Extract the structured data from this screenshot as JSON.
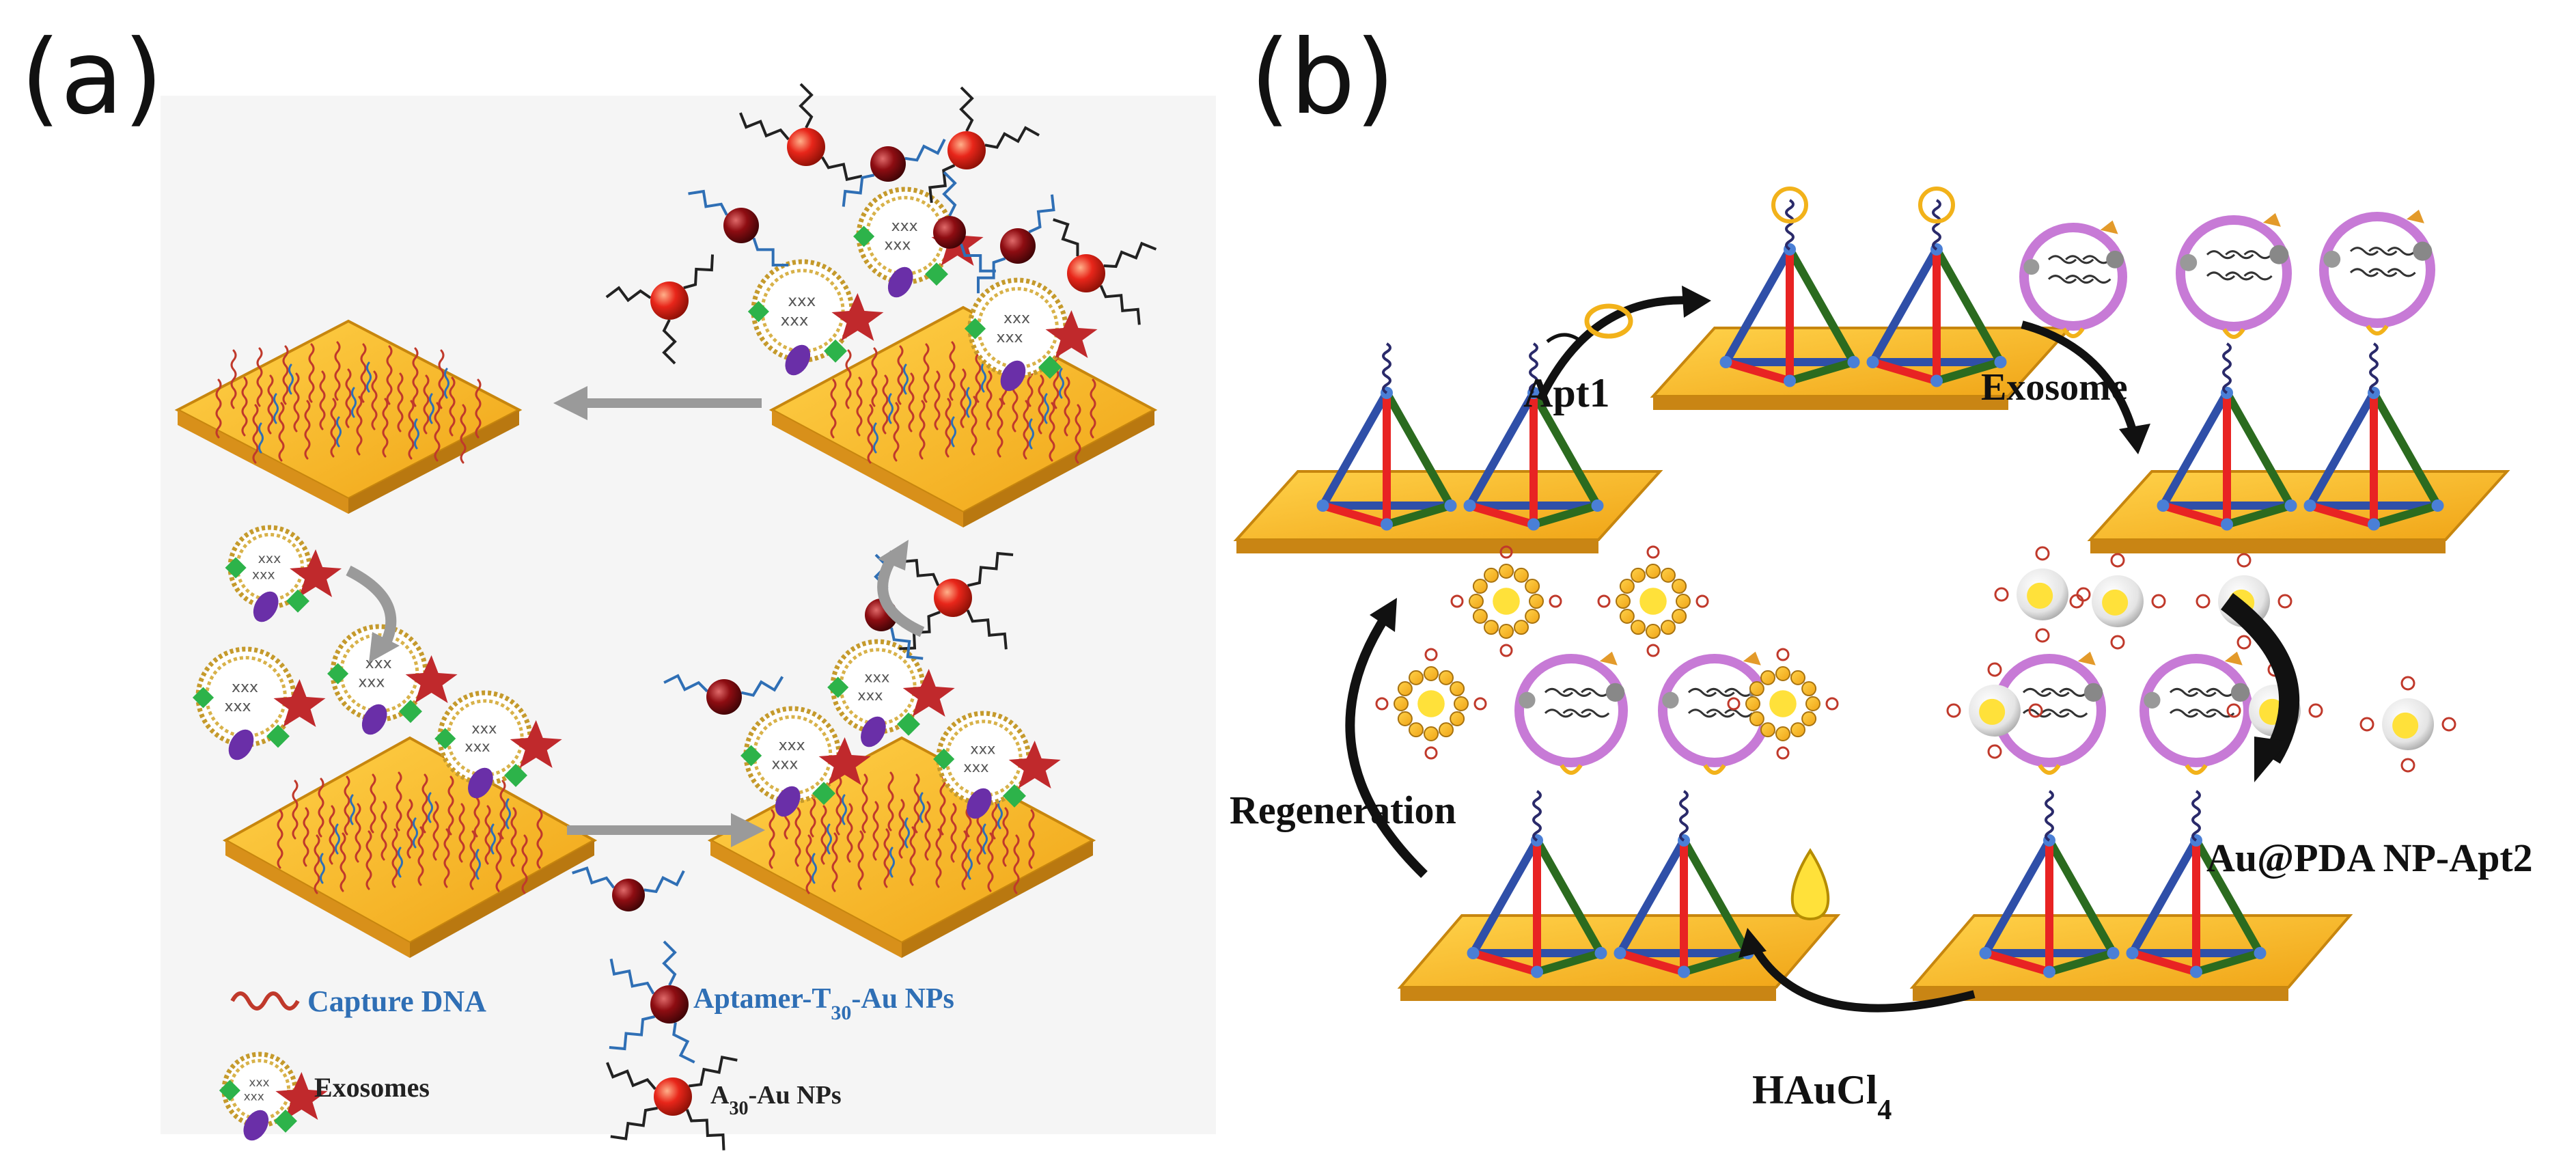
{
  "panels": {
    "a": {
      "letter": "(a)",
      "legend": {
        "capture_dna": "Capture DNA",
        "exosomes": "Exosomes",
        "aptamer_prefix": "Aptamer-T",
        "aptamer_sub": "30",
        "aptamer_suffix": "-Au NPs",
        "a30_prefix": "A",
        "a30_sub": "30",
        "a30_suffix": "-Au NPs"
      },
      "marker_text": "xxx"
    },
    "b": {
      "letter": "(b)",
      "labels": {
        "apt1": "Apt1",
        "exosome": "Exosome",
        "au_pda": "Au@PDA NP-Apt2",
        "regeneration": "Regeneration",
        "haucl_prefix": "HAuCl",
        "haucl_sub": "4"
      }
    }
  },
  "colors": {
    "gold_plate": "#f4b31c",
    "gold_edge": "#c7860e",
    "red_np": "#e8261a",
    "darkred_np": "#8e0d12",
    "capture_dna": "#c0392b",
    "aptamer": "#2f6fb5",
    "exosome_pink": "#c77ad6",
    "tetra_red": "#e82323",
    "tetra_blue": "#2f4fa8",
    "tetra_green": "#2b6b1f"
  }
}
